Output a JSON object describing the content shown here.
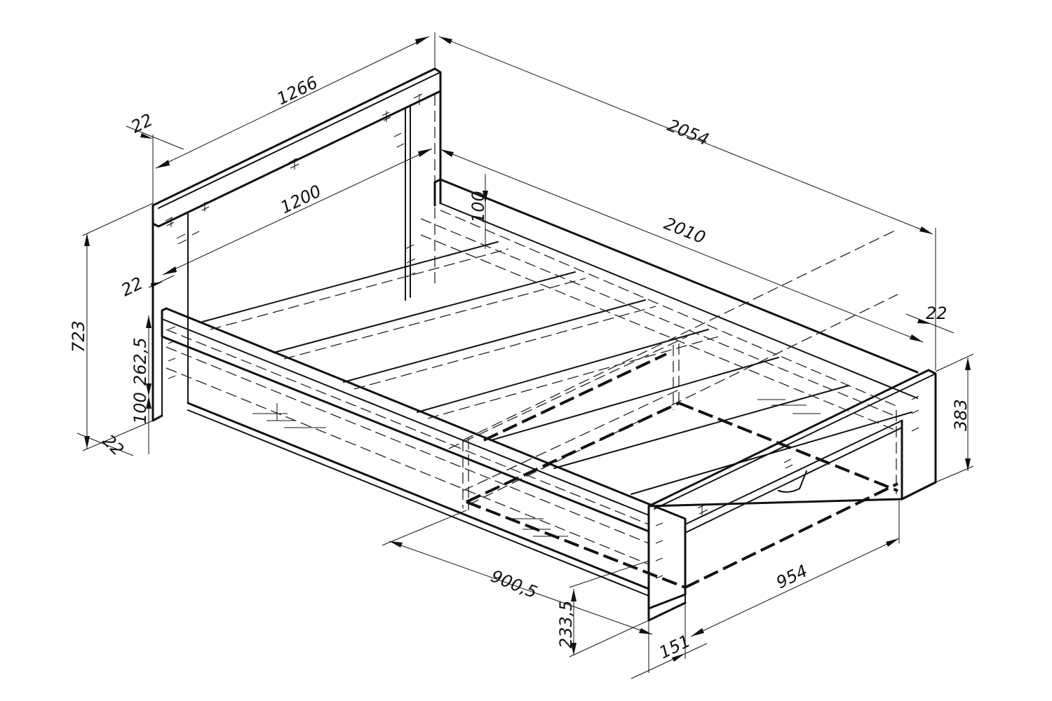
{
  "dimensions": {
    "headboard_width": "1266",
    "overall_length": "2054",
    "headboard_thickness": "22",
    "inner_width": "1200",
    "headboard_panel_height": "100",
    "inner_length": "2010",
    "side_thickness_left": "22",
    "footboard_thickness": "22",
    "total_height": "723",
    "side_rail_height": "262,5",
    "leg_clearance": "100",
    "base_thickness": "22",
    "footboard_height": "383",
    "drawer_length": "900,5",
    "drawer_width": "954",
    "drawer_height": "233,5",
    "drawer_offset": "151"
  }
}
